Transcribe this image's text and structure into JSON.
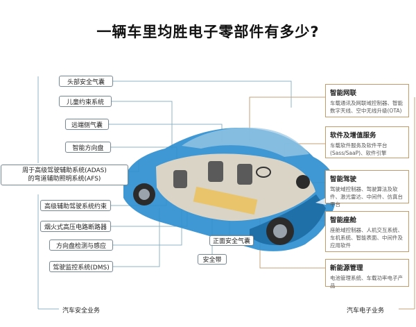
{
  "title": "一辆车里均胜电子零部件有多少?",
  "left_labels": [
    "头部安全气囊",
    "儿童约束系统",
    "远端侧气囊",
    "智能方向盘",
    "周于高级驾驶辅助系统(ADAS)",
    "的弯道辅助照明系统(AFS)",
    "高级辅助驾驶系统约束",
    "烟火式高压电路断路器",
    "方向盘检测与感应",
    "驾驶监控系统(DMS)"
  ],
  "center_labels": {
    "front_airbag": "正面安全气囊",
    "seatbelt": "安全带"
  },
  "right_boxes": [
    {
      "title": "智能网联",
      "body": "车载通讯及网联域控制器、智能数字天线、空中无线升级(OTA)"
    },
    {
      "title": "软件及增值服务",
      "body": "车载软件服务及软件平台(Sass/SaaP)、软件引擎"
    },
    {
      "title": "智能驾驶",
      "body": "驾驶域控制器、驾驶算法及软件、激光雷达、中间件、仿真台平台"
    },
    {
      "title": "智能座舱",
      "body": "座舱域控制器、人机交互系统、车机系统、智能表面、中间件及应用软件"
    },
    {
      "title": "新能源管理",
      "body": "电池管理系统、车载功率电子产品"
    }
  ],
  "footer": {
    "left": "汽车安全业务",
    "right": "汽车电子业务"
  },
  "colors": {
    "left_line": "#8fb3c4",
    "right_line": "#c6a27a",
    "car_body": "#2f8fcf"
  }
}
